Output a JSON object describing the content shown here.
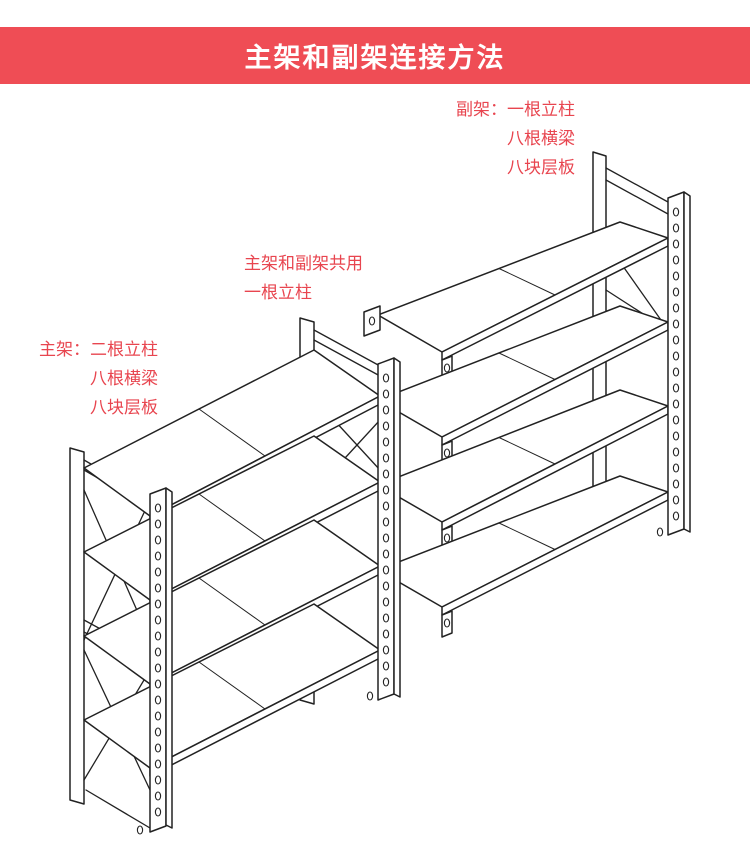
{
  "header": {
    "title": "主架和副架连接方法"
  },
  "annotations": {
    "secondary": [
      "副架：一根立柱",
      "八根横梁",
      "八块层板"
    ],
    "shared": [
      "主架和副架共用",
      "一根立柱"
    ],
    "main": [
      "主架：二根立柱",
      "八根横梁",
      "八块层板"
    ]
  },
  "colors": {
    "header_bg": "#ef4d55",
    "annotation_text": "#e8454f",
    "line": "#222222",
    "panel": "#ffffff"
  }
}
